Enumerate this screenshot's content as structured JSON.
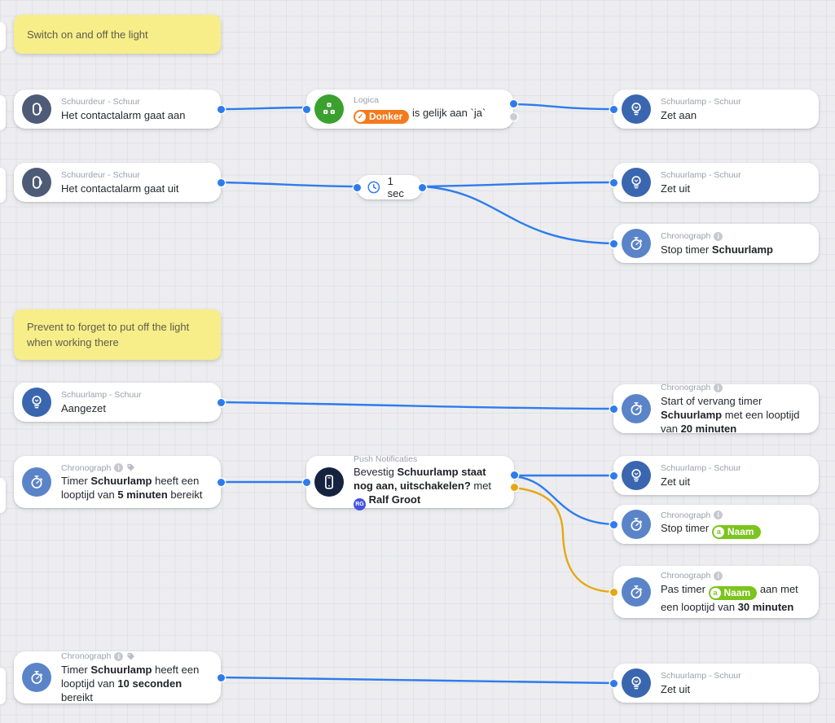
{
  "colors": {
    "wire_blue": "#2e7cec",
    "wire_orange": "#e7a712",
    "dot_gray": "#c9ccd2",
    "icon_door": "#4d5b76",
    "icon_logic": "#3aa12f",
    "icon_bulb": "#3a66af",
    "icon_chrono": "#5b84c8",
    "icon_push": "#15233f",
    "sticky_bg": "#f7ee8a"
  },
  "notes": {
    "note1": {
      "text": "Switch on and off the light"
    },
    "note2": {
      "text": "Prevent to forget to put off the light when working there"
    }
  },
  "badges": {
    "donker": {
      "label": "Donker",
      "color": "#f5791d",
      "glyph": "✓"
    },
    "naam": {
      "label": "Naam",
      "color": "#7cc41e",
      "glyph": "a"
    }
  },
  "avatar": {
    "initials": "RG",
    "color": "#4353e2"
  },
  "delay": {
    "label": "1 sec"
  },
  "cards": {
    "contact_on": {
      "label": "Schuurdeur - Schuur",
      "title": [
        {
          "t": "Het contactalarm gaat aan"
        }
      ]
    },
    "logic": {
      "label": "Logica",
      "title": [
        {
          "badge": "donker"
        },
        {
          "t": " is gelijk aan `ja`"
        }
      ]
    },
    "zet_aan": {
      "label": "Schuurlamp - Schuur",
      "title": [
        {
          "t": "Zet aan"
        }
      ]
    },
    "contact_off": {
      "label": "Schuurdeur - Schuur",
      "title": [
        {
          "t": "Het contactalarm gaat uit"
        }
      ]
    },
    "zet_uit_r2": {
      "label": "Schuurlamp - Schuur",
      "title": [
        {
          "t": "Zet uit"
        }
      ]
    },
    "stop_timer_schuurlamp": {
      "label": "Chronograph",
      "title": [
        {
          "t": "Stop timer "
        },
        {
          "t": "Schuurlamp",
          "b": true
        }
      ]
    },
    "aangezet": {
      "label": "Schuurlamp - Schuur",
      "title": [
        {
          "t": "Aangezet"
        }
      ]
    },
    "start_vervang": {
      "label": "Chronograph",
      "title": [
        {
          "t": "Start of vervang timer "
        },
        {
          "t": "Schuurlamp",
          "b": true
        },
        {
          "t": " met een looptijd van "
        },
        {
          "t": "20",
          "b": true
        },
        {
          "t": " "
        },
        {
          "t": "minuten",
          "b": true
        }
      ]
    },
    "timer5": {
      "label": "Chronograph",
      "title": [
        {
          "t": "Timer "
        },
        {
          "t": "Schuurlamp",
          "b": true
        },
        {
          "t": " heeft een looptijd van "
        },
        {
          "t": "5",
          "b": true
        },
        {
          "t": " "
        },
        {
          "t": "minuten",
          "b": true
        },
        {
          "t": " bereikt"
        }
      ]
    },
    "push": {
      "label": "Push Notificaties",
      "title": [
        {
          "t": "Bevestig "
        },
        {
          "t": "Schuurlamp staat nog aan, uitschakelen?",
          "b": true
        },
        {
          "t": " met "
        },
        {
          "avatar": true
        },
        {
          "t": " "
        },
        {
          "t": "Ralf Groot",
          "b": true
        }
      ]
    },
    "zet_uit_r4": {
      "label": "Schuurlamp - Schuur",
      "title": [
        {
          "t": "Zet uit"
        }
      ]
    },
    "stop_timer_naam": {
      "label": "Chronograph",
      "title": [
        {
          "t": "Stop timer "
        },
        {
          "badge": "naam"
        }
      ]
    },
    "pas_timer": {
      "label": "Chronograph",
      "title": [
        {
          "t": "Pas timer "
        },
        {
          "badge": "naam"
        },
        {
          "t": " aan met een looptijd van "
        },
        {
          "t": "30",
          "b": true
        },
        {
          "t": " "
        },
        {
          "t": "minuten",
          "b": true
        }
      ]
    },
    "timer10": {
      "label": "Chronograph",
      "title": [
        {
          "t": "Timer "
        },
        {
          "t": "Schuurlamp",
          "b": true
        },
        {
          "t": " heeft een looptijd van "
        },
        {
          "t": "10",
          "b": true
        },
        {
          "t": " "
        },
        {
          "t": "seconden",
          "b": true
        },
        {
          "t": " bereikt"
        }
      ]
    },
    "zet_uit_r5": {
      "label": "Schuurlamp - Schuur",
      "title": [
        {
          "t": "Zet uit"
        }
      ]
    }
  }
}
